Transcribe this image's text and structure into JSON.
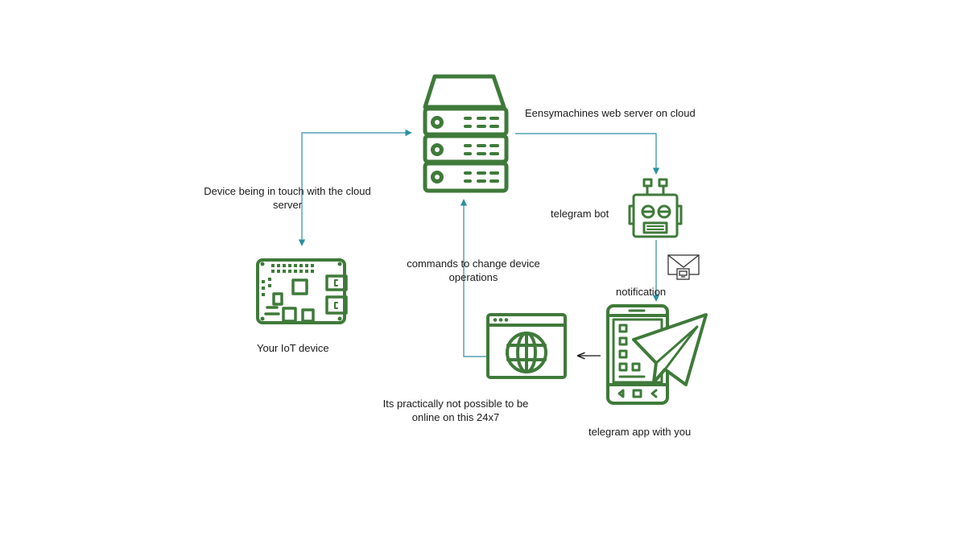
{
  "colors": {
    "icon_green": "#3f7a3a",
    "connector_teal": "#2a8fa0",
    "arrow_black": "#111111",
    "text": "#1a1a1a",
    "background": "#ffffff"
  },
  "labels": {
    "server": "Eensymachines web server on cloud",
    "bot": "telegram bot",
    "device_link_line1": "Device being in touch with the cloud",
    "device_link_line2": "server",
    "iot": "Your IoT device",
    "commands_line1": "commands to change device",
    "commands_line2": "operations",
    "notification": "notification",
    "online_line1": "Its practically  not possible to be",
    "online_line2": "online on this 24x7",
    "app": "telegram app with you"
  },
  "icons": {
    "server": "server-rack-icon",
    "bot": "robot-icon",
    "iot": "circuit-board-icon",
    "browser": "web-browser-globe-icon",
    "phone": "smartphone-telegram-icon",
    "mail": "envelope-icon"
  }
}
